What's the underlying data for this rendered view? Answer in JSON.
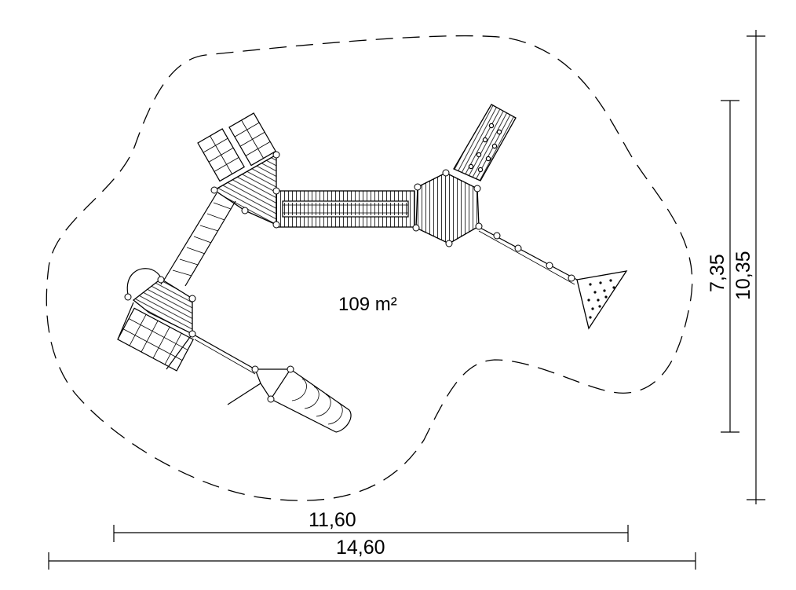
{
  "plan": {
    "area_label": "109 m²",
    "dimensions": {
      "inner_width": "11,60",
      "outer_width": "14,60",
      "inner_height": "7,35",
      "outer_height": "10,35"
    }
  }
}
